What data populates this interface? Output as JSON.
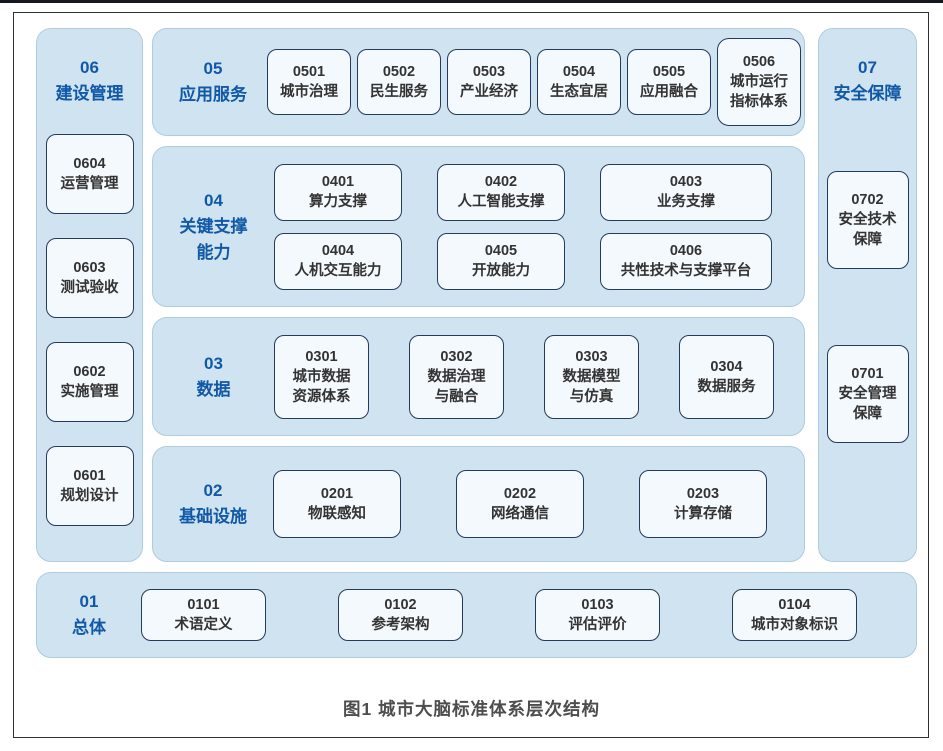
{
  "colors": {
    "header_blue": "#1159a6",
    "panel_fill": "#cfe3f1",
    "panel_border": "#aecbdf",
    "box_fill": "#f4f9fd",
    "box_border": "#243b5e",
    "box_text": "#333333",
    "frame_border": "#2a2f3a",
    "caption_text": "#4d4d4d",
    "background": "#ffffff"
  },
  "caption": "图1  城市大脑标准体系层次结构",
  "sections": {
    "s01": {
      "code": "01",
      "title": "总体",
      "items": [
        {
          "code": "0101",
          "name": "术语定义"
        },
        {
          "code": "0102",
          "name": "参考架构"
        },
        {
          "code": "0103",
          "name": "评估评价"
        },
        {
          "code": "0104",
          "name": "城市对象标识"
        }
      ]
    },
    "s02": {
      "code": "02",
      "title": "基础设施",
      "items": [
        {
          "code": "0201",
          "name": "物联感知"
        },
        {
          "code": "0202",
          "name": "网络通信"
        },
        {
          "code": "0203",
          "name": "计算存储"
        }
      ]
    },
    "s03": {
      "code": "03",
      "title": "数据",
      "items": [
        {
          "code": "0301",
          "name": "城市数据\n资源体系"
        },
        {
          "code": "0302",
          "name": "数据治理\n与融合"
        },
        {
          "code": "0303",
          "name": "数据模型\n与仿真"
        },
        {
          "code": "0304",
          "name": "数据服务"
        }
      ]
    },
    "s04": {
      "code": "04",
      "title": "关键支撑\n能力",
      "items": [
        {
          "code": "0401",
          "name": "算力支撑"
        },
        {
          "code": "0402",
          "name": "人工智能支撑"
        },
        {
          "code": "0403",
          "name": "业务支撑"
        },
        {
          "code": "0404",
          "name": "人机交互能力"
        },
        {
          "code": "0405",
          "name": "开放能力"
        },
        {
          "code": "0406",
          "name": "共性技术与支撑平台"
        }
      ]
    },
    "s05": {
      "code": "05",
      "title": "应用服务",
      "items": [
        {
          "code": "0501",
          "name": "城市治理"
        },
        {
          "code": "0502",
          "name": "民生服务"
        },
        {
          "code": "0503",
          "name": "产业经济"
        },
        {
          "code": "0504",
          "name": "生态宜居"
        },
        {
          "code": "0505",
          "name": "应用融合"
        },
        {
          "code": "0506",
          "name": "城市运行\n指标体系"
        }
      ]
    },
    "s06": {
      "code": "06",
      "title": "建设管理",
      "items": [
        {
          "code": "0604",
          "name": "运营管理"
        },
        {
          "code": "0603",
          "name": "测试验收"
        },
        {
          "code": "0602",
          "name": "实施管理"
        },
        {
          "code": "0601",
          "name": "规划设计"
        }
      ]
    },
    "s07": {
      "code": "07",
      "title": "安全保障",
      "items": [
        {
          "code": "0702",
          "name": "安全技术\n保障"
        },
        {
          "code": "0701",
          "name": "安全管理\n保障"
        }
      ]
    }
  }
}
